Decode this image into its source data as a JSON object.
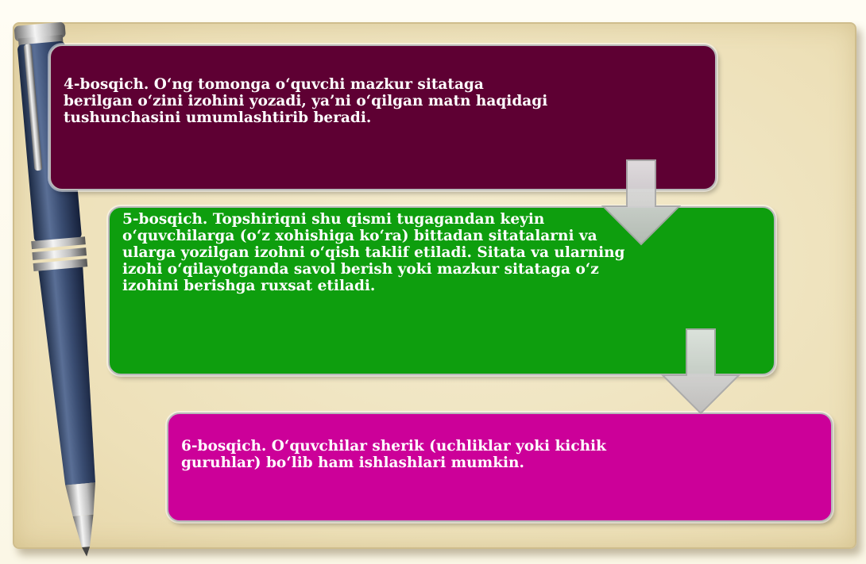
{
  "steps": [
    {
      "text": "4-bosqich. O‘ng tomonga o‘quvchi mazkur sitataga berilgan o‘zini izohini yozadi, ya’ni o‘qilgan matn haqidagi tushunchasini umumlashtirib beradi.",
      "color": "#5e0033"
    },
    {
      "text": "5-bosqich. Topshiriqni shu qismi tugagandan keyin o‘quvchilarga (o‘z xohishiga ko‘ra) bittadan sitatalarni va ularga yozilgan izohni o‘qish taklif etiladi. Sitata va ularning izohi o‘qilayotganda savol berish yoki mazkur sitataga o‘z izohini berishga ruxsat etiladi.",
      "color": "#0e9e0e"
    },
    {
      "text": "6-bosqich. O‘quvchilar sherik (uchliklar yoki kichik guruhlar) bo‘lib ham ishlashlari mumkin.",
      "color": "#cc0099"
    }
  ],
  "decor": {
    "pen_icon": "pen-icon",
    "arrow_icon": "down-arrow-icon",
    "board_color": "#ede0b8"
  }
}
